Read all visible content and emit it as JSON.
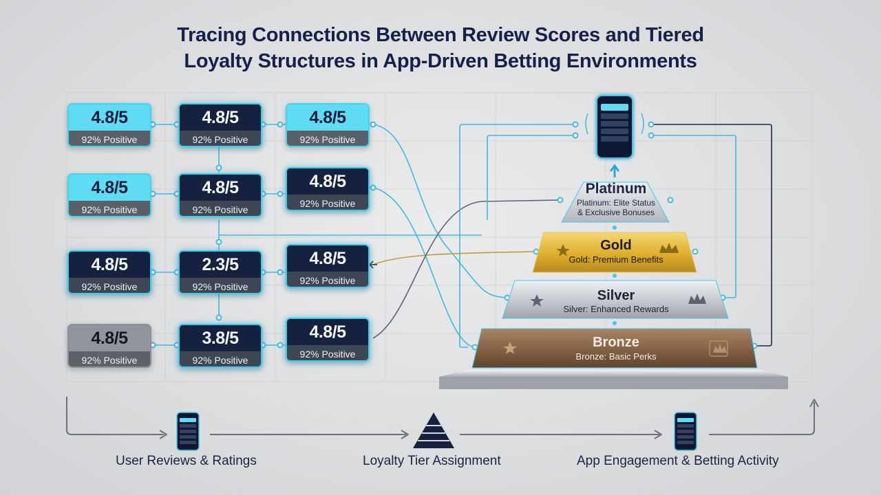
{
  "title": {
    "line1": "Tracing Connections Between Review Scores and Tiered",
    "line2": "Loyalty Structures in App-Driven Betting Environments"
  },
  "cards": [
    {
      "score": "4.8/5",
      "positive": "92% Positive"
    },
    {
      "score": "4.8/5",
      "positive": "92% Positive"
    },
    {
      "score": "4.8/5",
      "positive": "92% Positive"
    },
    {
      "score": "4.8/5",
      "positive": "92% Positive"
    },
    {
      "score": "4.8/5",
      "positive": "92% Positive"
    },
    {
      "score": "4.8/5",
      "positive": "92% Positive"
    },
    {
      "score": "4.8/5",
      "positive": "92% Positive"
    },
    {
      "score": "2.3/5",
      "positive": "92% Positive"
    },
    {
      "score": "4.8/5",
      "positive": "92% Positive"
    },
    {
      "score": "4.8/5",
      "positive": "92% Positive"
    },
    {
      "score": "3.8/5",
      "positive": "92% Positive"
    },
    {
      "score": "4.8/5",
      "positive": "92% Positive"
    }
  ],
  "tiers": {
    "platinum": {
      "name": "Platinum",
      "sub1": "Platinum: Elite Status",
      "sub2": "& Exclusive Bonuses"
    },
    "gold": {
      "name": "Gold",
      "sub": "Gold: Premium Benefits"
    },
    "silver": {
      "name": "Silver",
      "sub": "Silver: Enhanced Rewards"
    },
    "bronze": {
      "name": "Bronze",
      "sub": "Bronze: Basic Perks"
    }
  },
  "flow": {
    "step1": "User Reviews & Ratings",
    "step2": "Loyalty Tier Assignment",
    "step3": "App Engagement & Betting Activity"
  },
  "colors": {
    "cyan": "#5fdcf3",
    "navy": "#15213f",
    "grey": "#92959b",
    "wire": "#3fb9de",
    "gold": "#e2b32f",
    "silver": "#c9ccd2",
    "bronze": "#8a6a4e",
    "platinum": "#d4d6db"
  },
  "icons": [
    "smartphone-icon",
    "star-icon",
    "crown-icon",
    "pyramid-icon",
    "arrow-right-icon"
  ]
}
